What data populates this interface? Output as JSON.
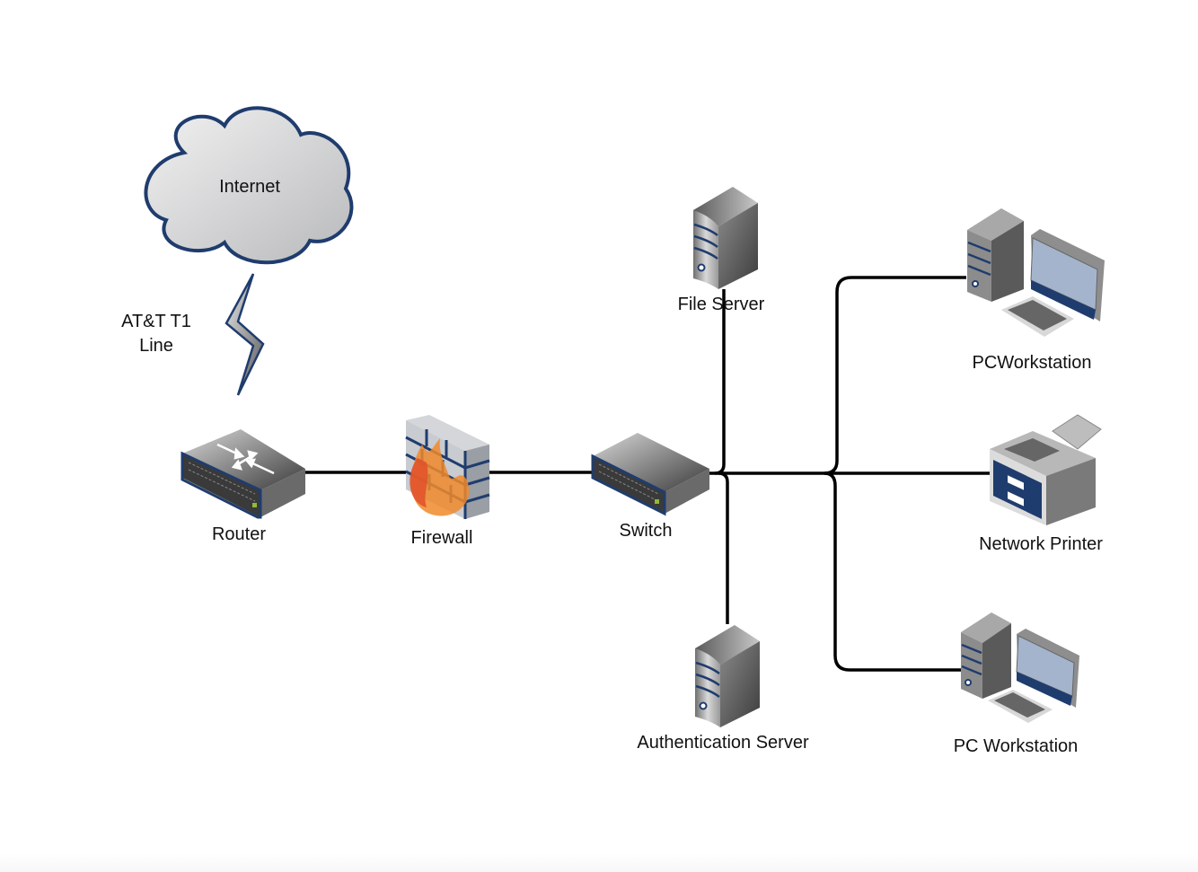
{
  "diagram": {
    "title": "",
    "nodes": [
      {
        "id": "internet",
        "label": "Internet",
        "icon": "cloud-icon"
      },
      {
        "id": "t1",
        "label_lines": [
          "AT&T T1",
          "Line"
        ],
        "icon": "lightning-icon"
      },
      {
        "id": "router",
        "label": "Router",
        "icon": "router-icon"
      },
      {
        "id": "firewall",
        "label": "Firewall",
        "icon": "firewall-icon"
      },
      {
        "id": "switch",
        "label": "Switch",
        "icon": "switch-icon"
      },
      {
        "id": "file_server",
        "label": "File Server",
        "icon": "server-icon"
      },
      {
        "id": "auth_server",
        "label": "Authentication Server",
        "icon": "server-icon"
      },
      {
        "id": "pc1",
        "label": "PCWorkstation",
        "icon": "workstation-icon"
      },
      {
        "id": "printer",
        "label": "Network Printer",
        "icon": "printer-icon"
      },
      {
        "id": "pc2",
        "label": "PC Workstation",
        "icon": "workstation-icon"
      }
    ],
    "edges": [
      {
        "from": "internet",
        "to": "router",
        "type": "wan-link"
      },
      {
        "from": "router",
        "to": "firewall"
      },
      {
        "from": "firewall",
        "to": "switch"
      },
      {
        "from": "switch",
        "to": "file_server"
      },
      {
        "from": "switch",
        "to": "auth_server"
      },
      {
        "from": "switch",
        "to": "pc1"
      },
      {
        "from": "switch",
        "to": "printer"
      },
      {
        "from": "switch",
        "to": "pc2"
      }
    ]
  },
  "colors": {
    "link": "#000000",
    "outline_blue": "#1f3c6e",
    "device_gray": "#8a8a8a",
    "screen": "#a4b4cc",
    "flame_orange": "#f08a2c",
    "flame_red": "#e0502a"
  }
}
